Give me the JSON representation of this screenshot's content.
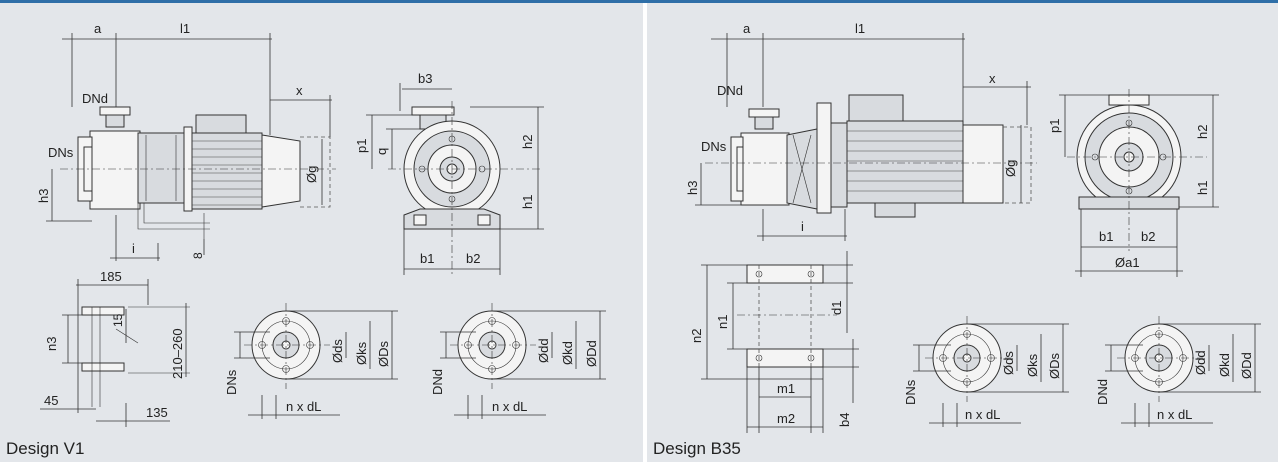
{
  "panels": [
    {
      "caption": "Design V1",
      "labels": {
        "a": "a",
        "l1": "l1",
        "dnd": "DNd",
        "dns": "DNs",
        "h3": "h3",
        "i": "i",
        "x": "x",
        "g": "Øg",
        "dim8": "8",
        "b3": "b3",
        "p1": "p1",
        "q": "q",
        "h2": "h2",
        "h1": "h1",
        "b1": "b1",
        "b2": "b2",
        "base_width": "185",
        "dim15": "15",
        "n3": "n3",
        "base_range": "210–260",
        "dim45": "45",
        "dim135": "135",
        "flange_s_dn": "DNs",
        "flange_s_ds": "Øds",
        "flange_s_ks": "Øks",
        "flange_s_Ds": "ØDs",
        "flange_s_holes": "n x dL",
        "flange_d_dn": "DNd",
        "flange_d_dd": "Ødd",
        "flange_d_kd": "Økd",
        "flange_d_Dd": "ØDd",
        "flange_d_holes": "n x dL"
      }
    },
    {
      "caption": "Design B35",
      "labels": {
        "a": "a",
        "l1": "l1",
        "dnd": "DNd",
        "dns": "DNs",
        "h3": "h3",
        "i": "i",
        "x": "x",
        "g": "Øg",
        "p1": "p1",
        "h2": "h2",
        "h1": "h1",
        "b1": "b1",
        "b2": "b2",
        "a1": "Øa1",
        "n2": "n2",
        "n1": "n1",
        "d1": "d1",
        "m1": "m1",
        "m2": "m2",
        "b4": "b4",
        "flange_s_dn": "DNs",
        "flange_s_ds": "Øds",
        "flange_s_ks": "Øks",
        "flange_s_Ds": "ØDs",
        "flange_s_holes": "n x dL",
        "flange_d_dn": "DNd",
        "flange_d_dd": "Ødd",
        "flange_d_kd": "Økd",
        "flange_d_Dd": "ØDd",
        "flange_d_holes": "n x dL"
      }
    }
  ]
}
